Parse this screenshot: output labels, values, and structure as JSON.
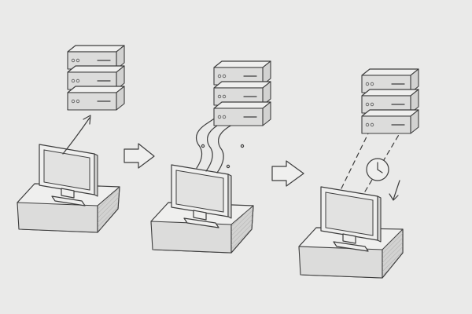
{
  "diagram": {
    "panels": [
      {
        "id": "direct-request",
        "server_tiers": 3,
        "link_style": "single-arrow"
      },
      {
        "id": "streamed-data",
        "server_tiers": 3,
        "link_style": "wavy-lines"
      },
      {
        "id": "delayed-sync",
        "server_tiers": 3,
        "link_style": "dashed-with-clock"
      }
    ],
    "transition_arrows": 2,
    "colors": {
      "background": "#eaeae9",
      "ink": "#3d3d3d",
      "fill": "#efefee"
    },
    "icons": [
      "server-stack-icon",
      "computer-monitor-icon",
      "clock-icon",
      "arrow-right-icon"
    ]
  }
}
